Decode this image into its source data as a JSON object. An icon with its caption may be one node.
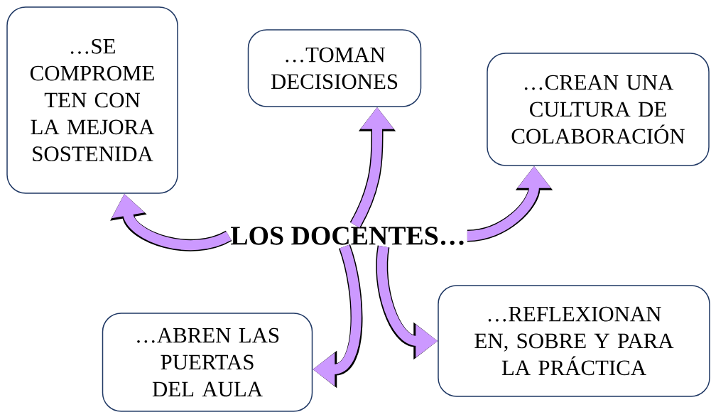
{
  "diagram": {
    "nodes": [
      {
        "text": [
          "LOS DOCENTES…"
        ]
      },
      {
        "text": [
          "…SE COMPROME TEN CON LA MEJORA SOSTENIDA"
        ]
      },
      {
        "text": [
          "…TOMAN DECISIONES"
        ]
      },
      {
        "text": [
          "…CREAN UNA CULTURA DE COLABORACIÓN"
        ]
      },
      {
        "text": [
          "…ABREN LAS PUERTAS DEL AULA"
        ]
      },
      {
        "text": [
          "…REFLEXIONAN EN, SOBRE Y PARA LA PRÁCTICA"
        ]
      }
    ],
    "edges": [
      {
        "from": 0,
        "to": 1,
        "arrow": "to"
      },
      {
        "from": 0,
        "to": 2,
        "arrow": "to"
      },
      {
        "from": 0,
        "to": 3,
        "arrow": "to"
      },
      {
        "from": 0,
        "to": 4,
        "arrow": "to"
      },
      {
        "from": 0,
        "to": 5,
        "arrow": "to"
      }
    ]
  }
}
